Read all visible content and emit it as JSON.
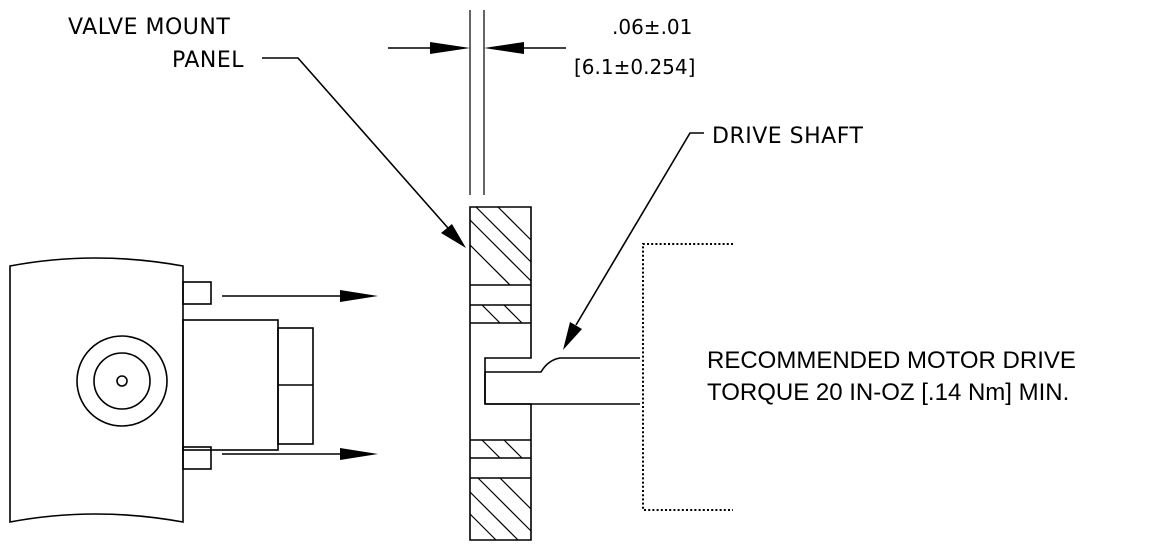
{
  "labels": {
    "valve_mount_line1": "VALVE MOUNT",
    "valve_mount_line2": "PANEL",
    "drive_shaft": "DRIVE SHAFT",
    "dimension_inch": ".06±.01",
    "dimension_mm": "[6.1±0.254]",
    "note_line1": "RECOMMENDED MOTOR DRIVE",
    "note_line2": "TORQUE 20 IN-OZ [.14 Nm] MIN."
  }
}
